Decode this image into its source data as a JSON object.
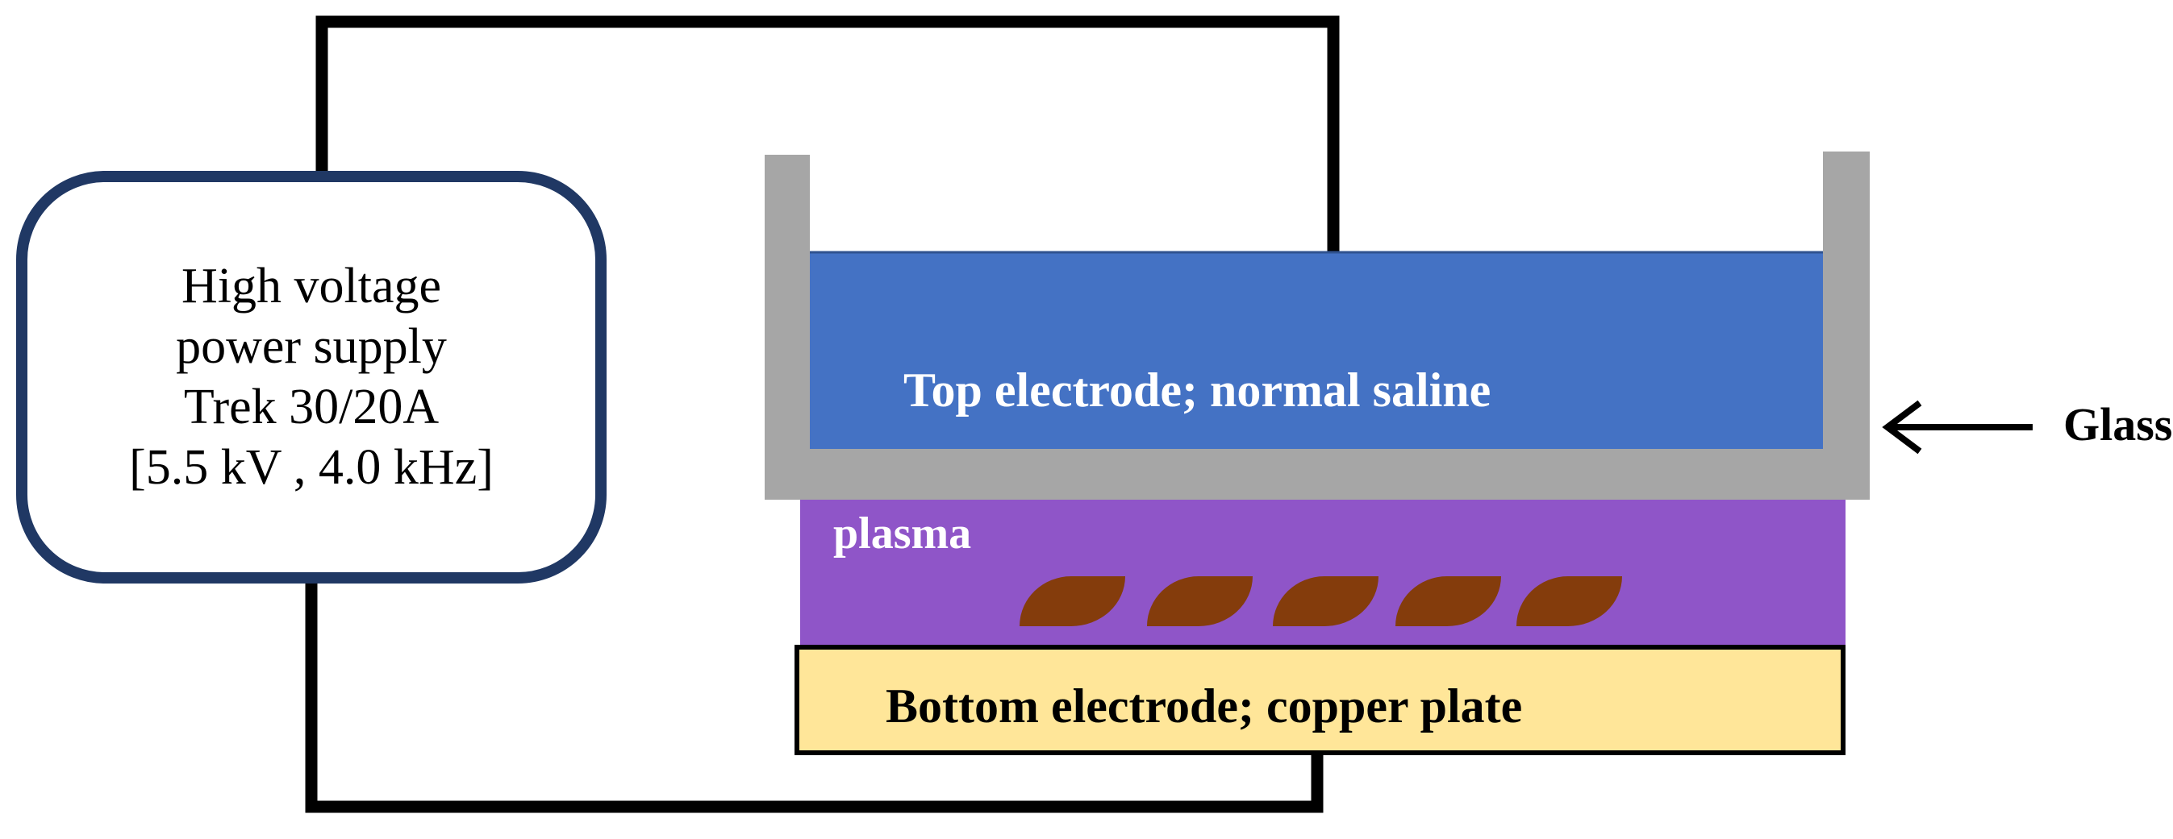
{
  "power_supply": {
    "lines": [
      "High voltage",
      "power supply",
      "Trek 30/20A",
      "[5.5 kV , 4.0 kHz]"
    ]
  },
  "labels": {
    "top_electrode": "Top electrode;  normal  saline",
    "plasma": "plasma",
    "bottom_electrode": "Bottom electrode;  copper plate",
    "glass": "Glass"
  },
  "colors": {
    "saline": "#4472C4",
    "glass": "#A6A6A6",
    "plasma": "#8F55C8",
    "copper_plate": "#FFE699",
    "samples": "#843C0C",
    "power_supply_border": "#203864",
    "wire": "#000000"
  },
  "samples": {
    "count": 5
  }
}
